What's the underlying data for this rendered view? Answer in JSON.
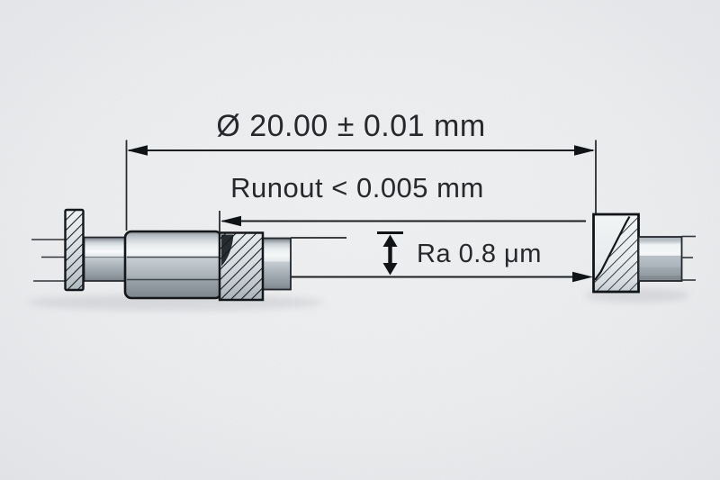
{
  "diagram": {
    "type": "engineering-drawing",
    "subject": "precision shaft assembly with tolerance callouts",
    "labels": {
      "diameter": "Ø 20.00 ± 0.01 mm",
      "runout": "Runout < 0.005 mm",
      "roughness": "Ra 0.8 μm"
    },
    "colors": {
      "background": "#eceef0",
      "line": "#1c1f22",
      "text": "#26282b",
      "metal_highlight": "#f6f8f9",
      "metal_shadow": "#7e868e",
      "hatch_fill": "#d8dde1",
      "dark_fillet": "#272c31"
    }
  }
}
